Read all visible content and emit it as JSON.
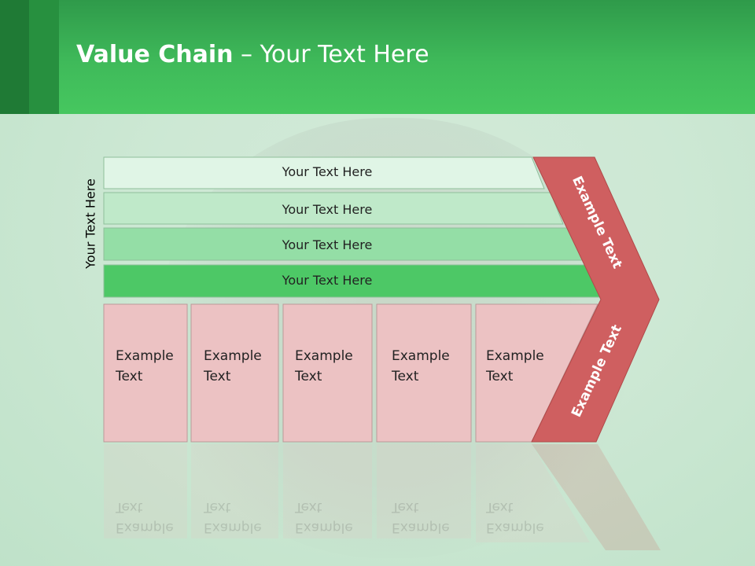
{
  "title": {
    "bold": "Value Chain",
    "rest": " – Your Text Here"
  },
  "side_label": "Your Text Here",
  "rows": [
    {
      "label": "Your Text Here",
      "color": "#e0f5e6"
    },
    {
      "label": "Your Text Here",
      "color": "#bfe9c9"
    },
    {
      "label": "Your Text Here",
      "color": "#94dea6"
    },
    {
      "label": "Your Text Here",
      "color": "#4dc866"
    }
  ],
  "boxes": [
    {
      "line1": "Example",
      "line2": "Text"
    },
    {
      "line1": "Example",
      "line2": "Text"
    },
    {
      "line1": "Example",
      "line2": "Text"
    },
    {
      "line1": "Example",
      "line2": "Text"
    },
    {
      "line1": "Example",
      "line2": "Text"
    }
  ],
  "chevron": {
    "upper": "Example Text",
    "lower": "Example Text",
    "color": "#cf5f60"
  },
  "colors": {
    "header": "#3fba5a",
    "box": "#ecc2c3"
  }
}
